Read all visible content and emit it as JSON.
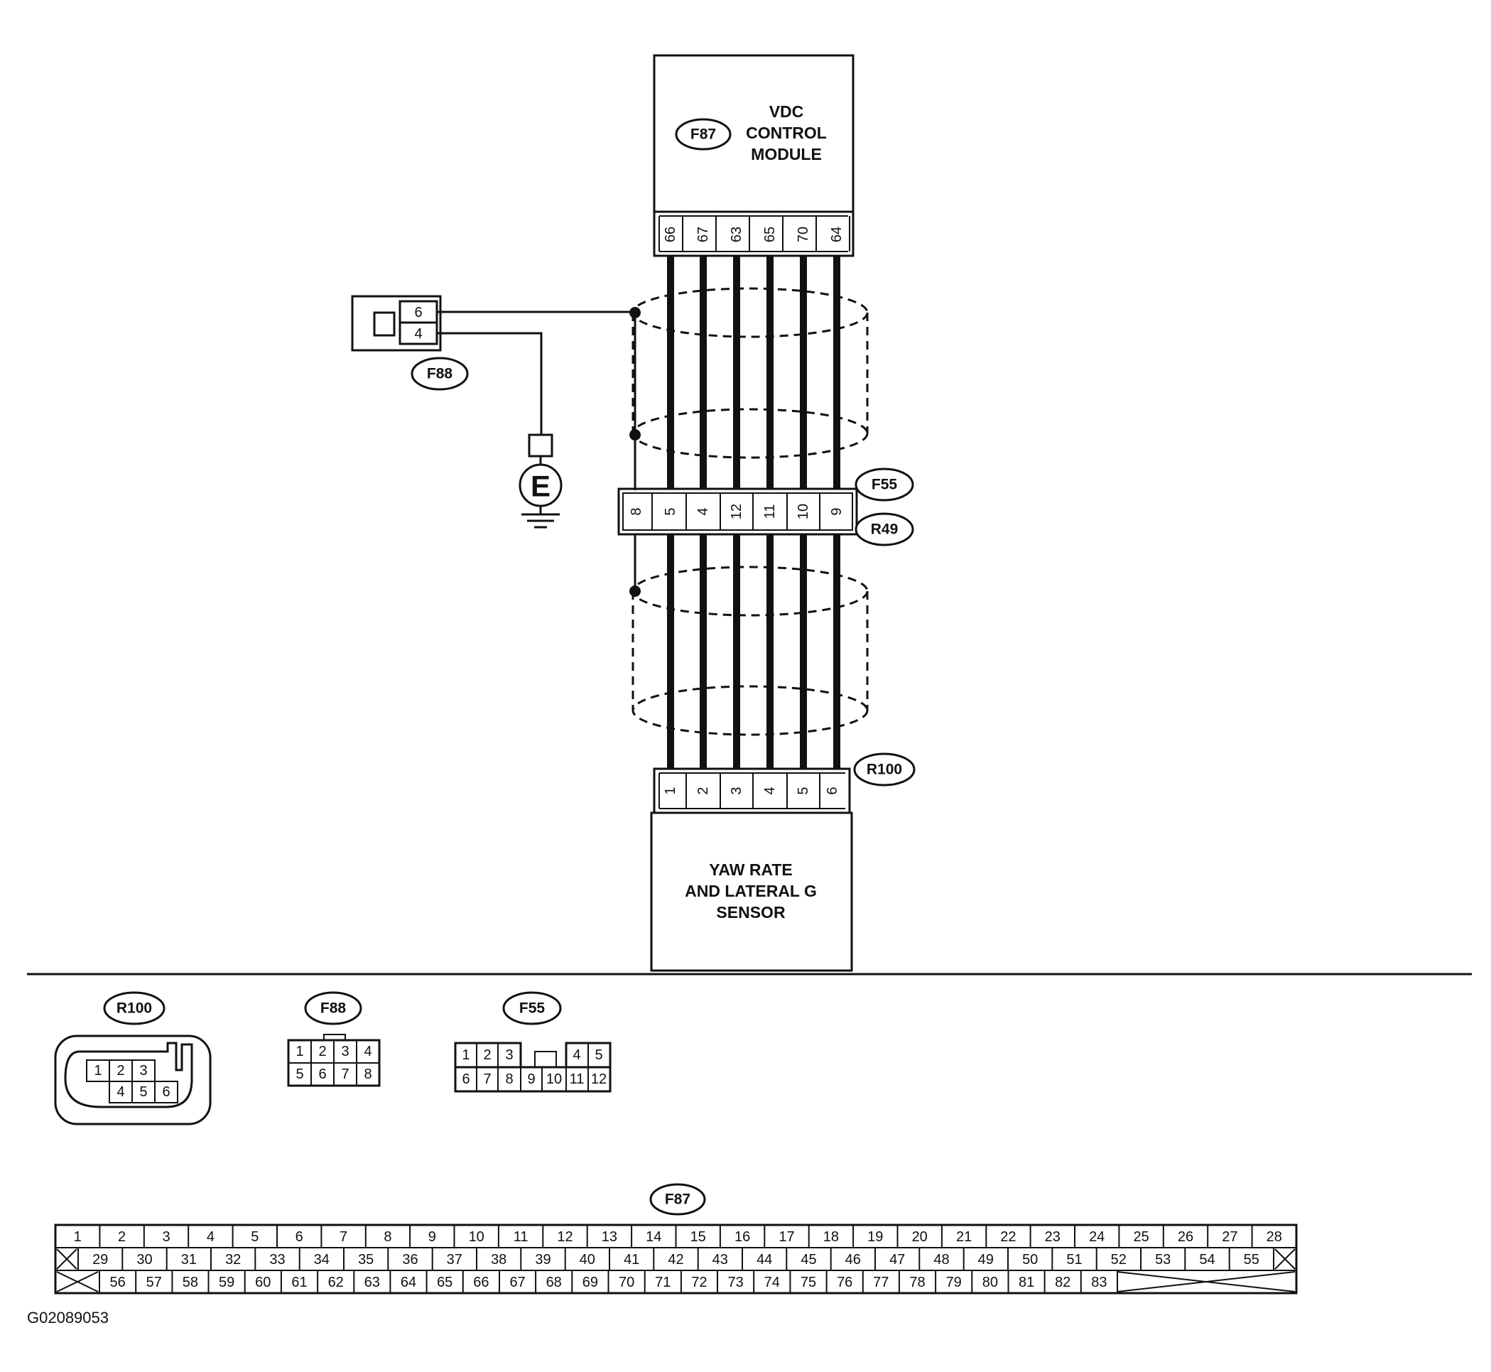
{
  "modules": {
    "vdc": {
      "tag": "F87",
      "lines": [
        "VDC",
        "CONTROL",
        "MODULE"
      ]
    },
    "yaw": {
      "tag": "R100",
      "lines": [
        "YAW RATE",
        "AND LATERAL G",
        "SENSOR"
      ]
    }
  },
  "connectors": {
    "vdc_pins": [
      "66",
      "67",
      "63",
      "65",
      "70",
      "64"
    ],
    "joint_pins": [
      "8",
      "5",
      "4",
      "12",
      "11",
      "10",
      "9"
    ],
    "joint_tags": [
      "F55",
      "R49"
    ],
    "sensor_pins": [
      "1",
      "2",
      "3",
      "4",
      "5",
      "6"
    ],
    "sensor_tag": "R100",
    "f88": {
      "tag": "F88",
      "pins": [
        "6",
        "4"
      ]
    }
  },
  "ground": {
    "label": "E"
  },
  "faces": {
    "r100": {
      "tag": "R100",
      "top": [
        "1",
        "2",
        "3"
      ],
      "bottom": [
        "4",
        "5",
        "6"
      ]
    },
    "f88": {
      "tag": "F88",
      "top": [
        "1",
        "2",
        "3",
        "4"
      ],
      "bottom": [
        "5",
        "6",
        "7",
        "8"
      ]
    },
    "f55": {
      "tag": "F55",
      "top": [
        "1",
        "2",
        "3",
        "4",
        "5"
      ],
      "bottom": [
        "6",
        "7",
        "8",
        "9",
        "10",
        "11",
        "12"
      ]
    },
    "f87": {
      "tag": "F87",
      "row1": [
        "1",
        "2",
        "3",
        "4",
        "5",
        "6",
        "7",
        "8",
        "9",
        "10",
        "11",
        "12",
        "13",
        "14",
        "15",
        "16",
        "17",
        "18",
        "19",
        "20",
        "21",
        "22",
        "23",
        "24",
        "25",
        "26",
        "27",
        "28"
      ],
      "row2": [
        "29",
        "30",
        "31",
        "32",
        "33",
        "34",
        "35",
        "36",
        "37",
        "38",
        "39",
        "40",
        "41",
        "42",
        "43",
        "44",
        "45",
        "46",
        "47",
        "48",
        "49",
        "50",
        "51",
        "52",
        "53",
        "54",
        "55"
      ],
      "row3": [
        "56",
        "57",
        "58",
        "59",
        "60",
        "61",
        "62",
        "63",
        "64",
        "65",
        "66",
        "67",
        "68",
        "69",
        "70",
        "71",
        "72",
        "73",
        "74",
        "75",
        "76",
        "77",
        "78",
        "79",
        "80",
        "81",
        "82",
        "83"
      ]
    }
  },
  "figure_id": "G02089053"
}
